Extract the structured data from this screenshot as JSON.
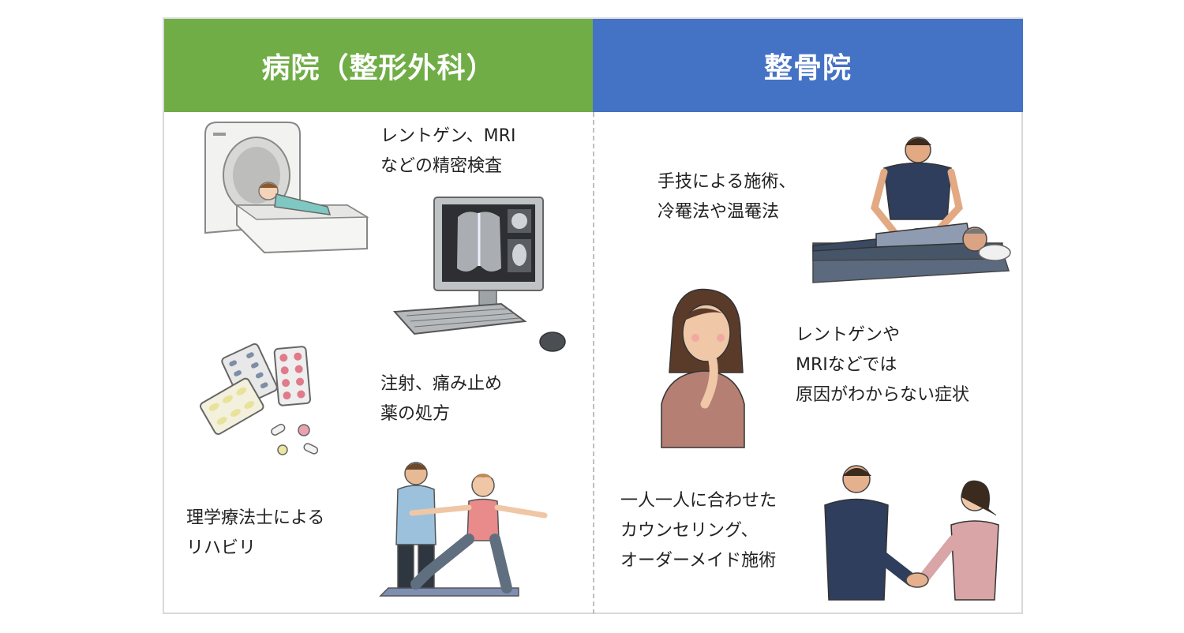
{
  "left": {
    "header": "病院（整形外科）",
    "items": [
      {
        "lines": [
          "レントゲン、MRI",
          "などの精密検査"
        ]
      },
      {
        "lines": [
          "注射、痛み止め",
          "薬の処方"
        ]
      },
      {
        "lines": [
          "理学療法士による",
          "リハビリ"
        ]
      }
    ]
  },
  "right": {
    "header": "整骨院",
    "items": [
      {
        "lines": [
          "手技による施術、",
          "冷罨法や温罨法"
        ]
      },
      {
        "lines": [
          "レントゲンや",
          "MRIなどでは",
          "原因がわからない症状"
        ]
      },
      {
        "lines": [
          "一人一人に合わせた",
          "カウンセリング、",
          "オーダーメイド施術"
        ]
      }
    ]
  },
  "colors": {
    "hospital_header": "#70ad47",
    "clinic_header": "#4472c4",
    "border": "#d9d9d9"
  }
}
